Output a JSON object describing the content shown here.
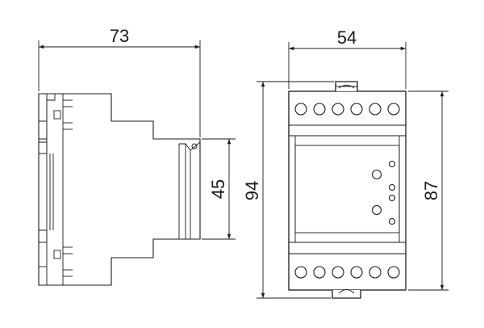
{
  "dimensions": {
    "side_depth": "73",
    "front_width": "54",
    "front_height_total": "94",
    "side_step_height": "45",
    "front_height_body": "87"
  },
  "front_panel": {
    "top_terminal_count": 6,
    "bottom_terminal_count": 6
  }
}
